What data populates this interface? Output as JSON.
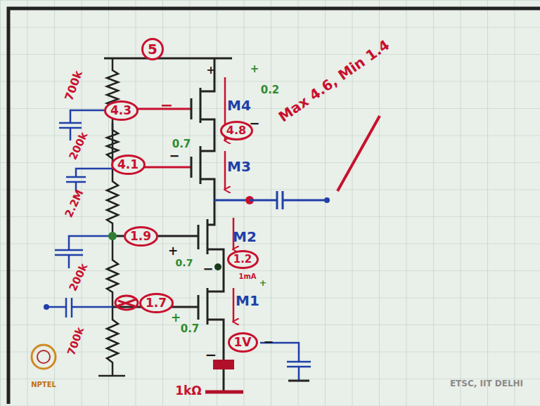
{
  "diagram": {
    "nodes": [
      {
        "text": [
          "5"
        ]
      },
      {
        "text": [
          "4.3"
        ]
      },
      {
        "text": [
          "4.8"
        ]
      },
      {
        "text": [
          "4.1"
        ]
      },
      {
        "text": [
          "1.9"
        ]
      },
      {
        "text": [
          "1.2"
        ]
      },
      {
        "text": [
          "1.7"
        ]
      },
      {
        "text": [
          "1V"
        ]
      }
    ],
    "labels": [
      "700k",
      "−",
      "+",
      "+",
      "M4",
      "0.2",
      "−",
      "+",
      "0.7",
      "−",
      "200k",
      "M3",
      "Max 4.6, Min 1.4",
      "2.2M",
      "M2",
      "+",
      "0.7",
      "−",
      "1mA",
      "+",
      "200k",
      "+",
      "M1",
      "0.7",
      "−",
      "−",
      "700k",
      "1kΩ",
      "NPTEL",
      "ETSC, IIT DELHI"
    ]
  }
}
